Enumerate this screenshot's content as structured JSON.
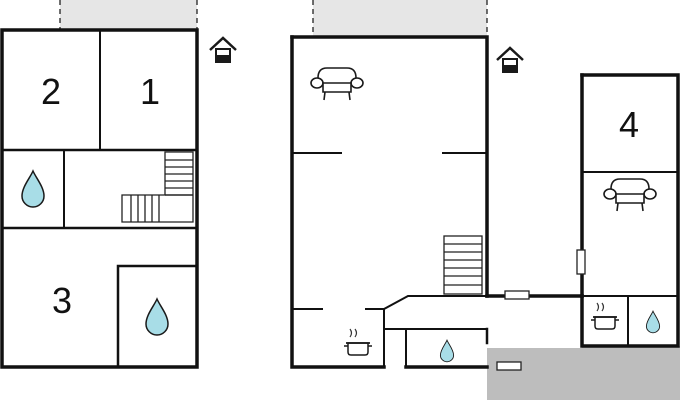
{
  "floor_plan": {
    "rooms": [
      {
        "id": "room-1",
        "label": "1"
      },
      {
        "id": "room-2",
        "label": "2"
      },
      {
        "id": "room-3",
        "label": "3"
      },
      {
        "id": "room-4",
        "label": "4"
      }
    ],
    "icons": {
      "entrance": "house-entrance-icon",
      "bathroom": "water-drop-icon",
      "living_room": "sofa-icon",
      "kitchen": "cooking-pot-icon",
      "stairs": "staircase-icon"
    },
    "colors": {
      "wall": "#111111",
      "water": "#a8dde7",
      "outdoor_area": "#e6e6e6",
      "terrace": "#bdbdbd"
    }
  }
}
